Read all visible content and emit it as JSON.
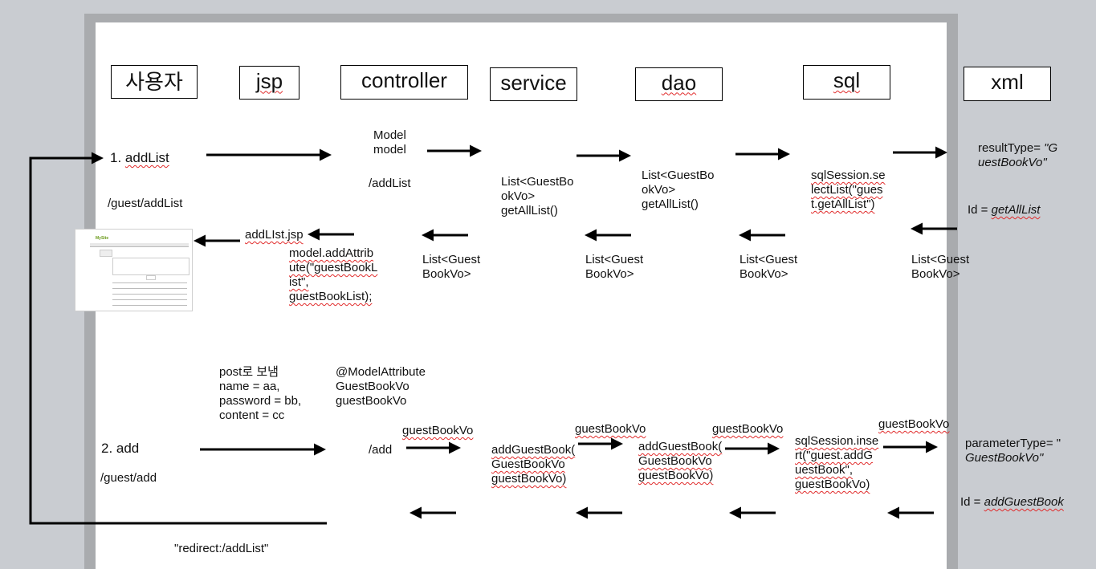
{
  "headers": {
    "user": "사용자",
    "jsp": "jsp",
    "controller": "controller",
    "service": "service",
    "dao": "dao",
    "sql": "sql",
    "xml": "xml"
  },
  "flow1": {
    "step": "1. addList",
    "url": "/guest/addList",
    "controller_param": "Model\nmodel",
    "controller_mapping": "/addList",
    "service_return": "List<GuestBo\nokVo>\ngetAllList()",
    "dao_return": "List<GuestBo\nokVo>\ngetAllList()",
    "sql_call": "sqlSession.se\nlectList(\"gues\nt.getAllList\")",
    "xml_result_type_label": "resultType= ",
    "xml_result_type_value": "\"G\nuestBookVo\"",
    "xml_id_label": "Id = ",
    "xml_id_value": "getAllList",
    "jsp_view": "addLIst.jsp",
    "controller_add_attribute": "model.addAttrib\nute(\"guestBookL\nist\",\nguestBookList);",
    "return_controller": "List<Guest\nBookVo>",
    "return_service": "List<Guest\nBookVo>",
    "return_dao": "List<Guest\nBookVo>",
    "return_xml": "List<Guest\nBookVo>"
  },
  "flow2": {
    "step": "2. add",
    "url": "/guest/add",
    "post_note": "post로 보냄\nname = aa,\npassword = bb,\ncontent = cc",
    "controller_param": "@ModelAttribute\nGuestBookVo\nguestBookVo",
    "controller_mapping": "/add",
    "arg_to_service": "guestBookVo",
    "service_method": "addGuestBook(\nGuestBookVo\nguestBookVo)",
    "arg_to_dao": "guestBookVo",
    "dao_method": "addGuestBook(\nGuestBookVo\nguestBookVo)",
    "arg_to_sql": "guestBookVo",
    "sql_call": "sqlSession.inse\nrt(\"guest.addG\nuestBook\",\nguestBookVo)",
    "arg_to_xml": "guestBookVo",
    "xml_parameter_type_label": "parameterType= \"",
    "xml_parameter_type_value": "GuestBookVo\"",
    "xml_id_label": "Id = ",
    "xml_id_value": "addGuestBook",
    "redirect": "\"redirect:/addList\""
  },
  "thumbnail": {
    "logo": "MySite"
  }
}
